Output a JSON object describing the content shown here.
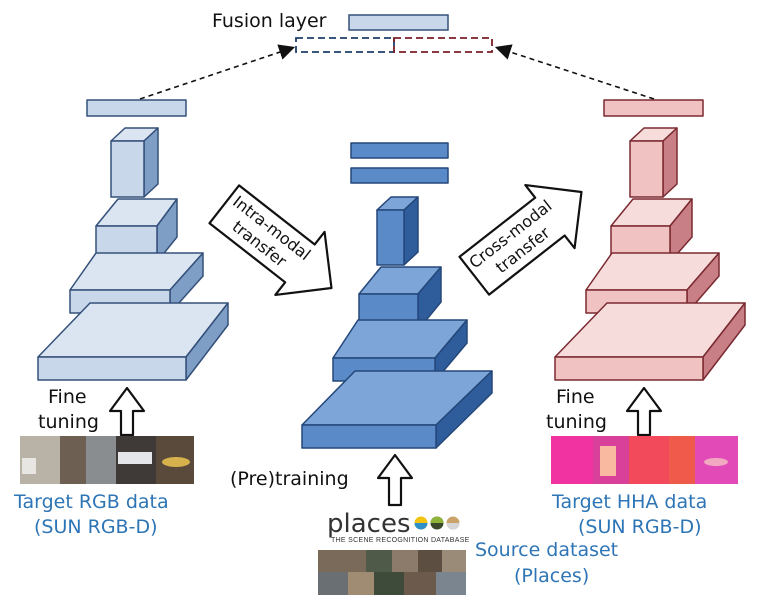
{
  "labels": {
    "fusion": "Fusion layer",
    "intra": [
      "Intra-modal",
      "transfer"
    ],
    "cross": [
      "Cross-modal",
      "transfer"
    ],
    "fine_left": [
      "Fine",
      "tuning"
    ],
    "fine_right": [
      "Fine",
      "tuning"
    ],
    "pretraining": "(Pre)training",
    "target_rgb": [
      "Target RGB data",
      "(SUN RGB-D)"
    ],
    "target_hha": [
      "Target HHA data",
      "(SUN RGB-D)"
    ],
    "source": [
      "Source dataset",
      "(Places)"
    ],
    "places_word": "places",
    "places_sub": "THE SCENE RECOGNITION DATABASE"
  },
  "colors": {
    "left_face": "#c9d7ea",
    "left_side": "#7f9ec5",
    "left_stroke": "#34507a",
    "mid_face": "#5b8ac9",
    "mid_side": "#2f5d9c",
    "mid_stroke": "#24477a",
    "right_face": "#f1c2c2",
    "right_side": "#c87f86",
    "right_stroke": "#7a2a30",
    "blue_text": "#2e75b6",
    "fusion_left_dash": "#1f3f6a",
    "fusion_right_dash": "#7a1f26"
  },
  "icons": {
    "arrow": "hollow-arrow-icon",
    "places_dots": "places-logo-dots-icon"
  }
}
